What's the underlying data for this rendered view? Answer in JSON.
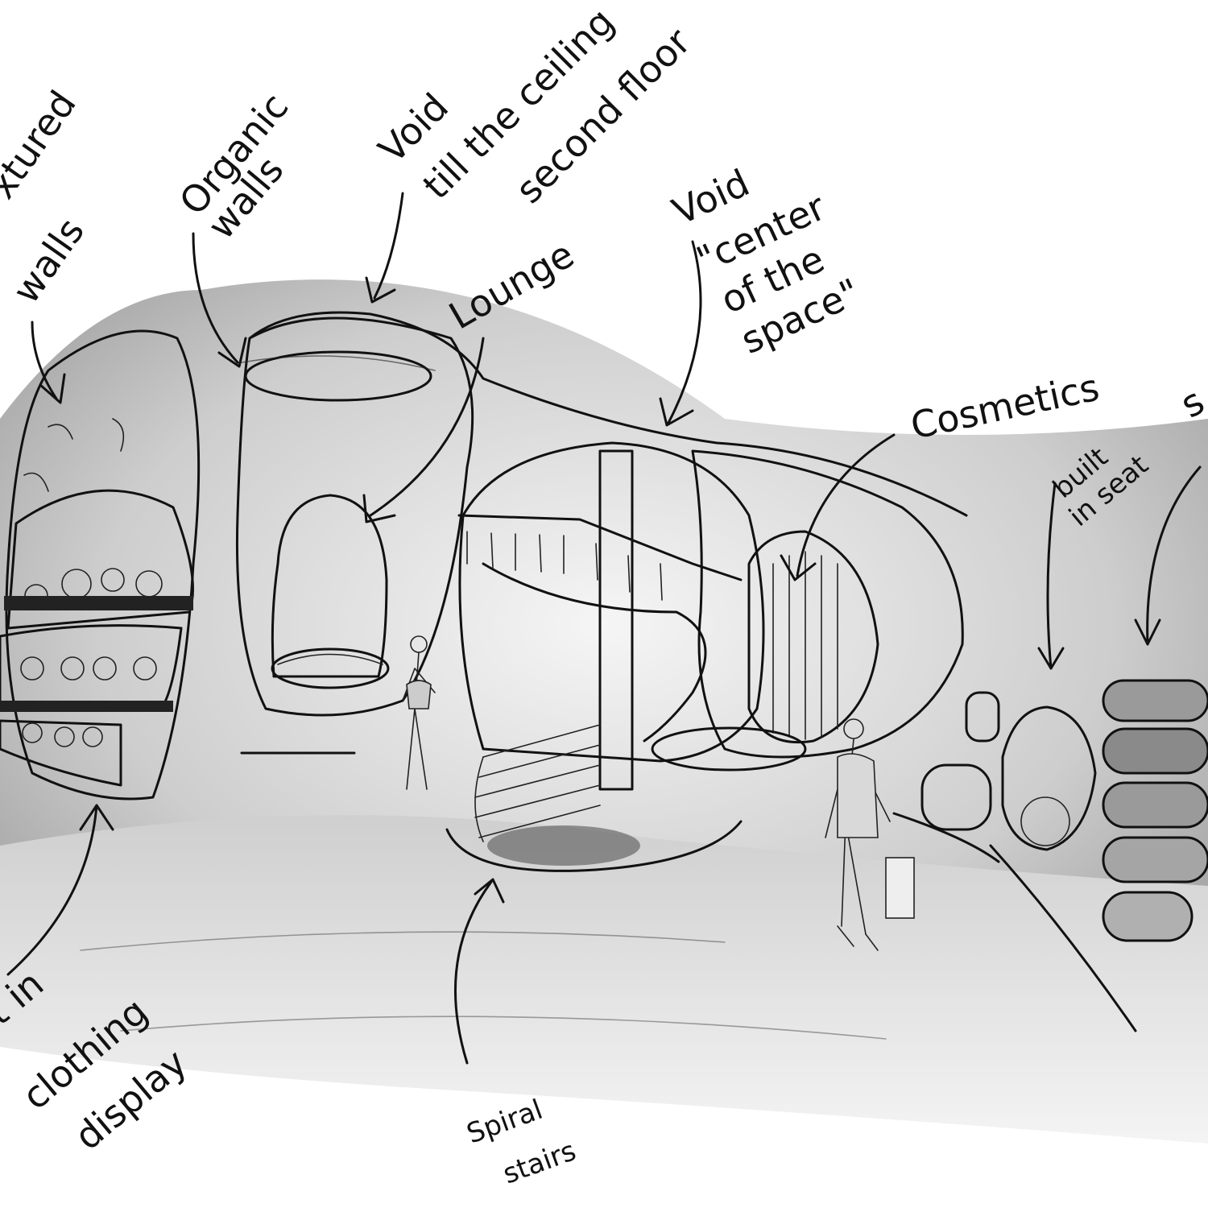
{
  "annotations": {
    "textured_walls": [
      "xtured",
      "walls"
    ],
    "organic_walls": [
      "Organic",
      "walls"
    ],
    "void_ceiling": [
      "Void",
      "till the ceiling",
      "second floor"
    ],
    "lounge": "Lounge",
    "void_center": [
      "Void",
      "\"center",
      "of the",
      "space\""
    ],
    "cosmetics": "Cosmetics",
    "built_in_seat": [
      "built",
      "in seat"
    ],
    "right_edge": "s",
    "clothing_display": [
      "t in",
      "clothing",
      "display"
    ],
    "spiral_stairs": [
      "Spiral",
      "stairs"
    ]
  },
  "colors": {
    "ink": "#111111",
    "wash_dark": "#4a4a4a",
    "wash_mid": "#8a8a8a",
    "wash_light": "#cfcfcf",
    "paper": "#ffffff"
  }
}
